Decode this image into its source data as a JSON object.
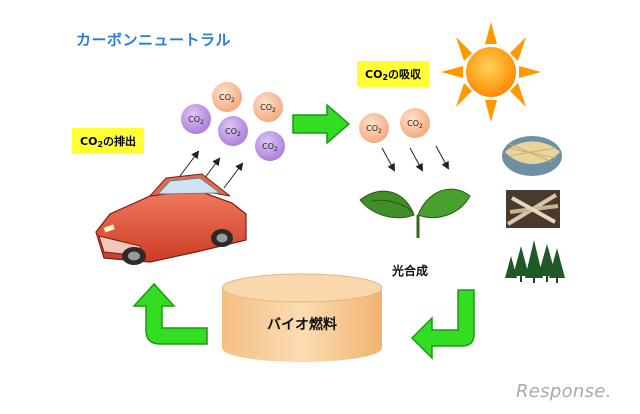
{
  "title": "カーボンニュートラル",
  "emission_label": {
    "main": "CO",
    "sub": "2",
    "suffix": "の排出"
  },
  "absorption_label": {
    "main": "CO",
    "sub": "2",
    "suffix": "の吸収"
  },
  "photosynthesis_label": "光合成",
  "biofuel_label": "バイオ燃料",
  "bubble_text": "CO",
  "bubble_sub": "2",
  "logo": "Response.",
  "colors": {
    "title": "#2a78e0",
    "label_bg": "#ffff33",
    "bubble_orange": "#f6b98e",
    "bubble_purple": "#b98de0",
    "arrow_green": "#33dd22",
    "sun": "#ff9900",
    "car": "#e4553b",
    "tank": "#f8cf9a"
  },
  "icons": [
    "car",
    "sun",
    "leaf-sprout",
    "corn",
    "sugarcane",
    "forest",
    "recycle-arrow"
  ]
}
